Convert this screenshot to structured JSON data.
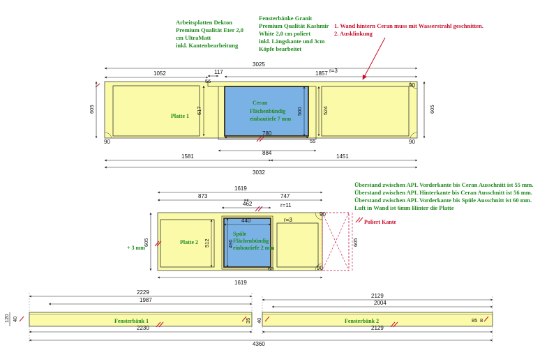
{
  "notes": {
    "dekton": [
      "Arbeitsplatten Dekton",
      "Premium Qualität Eter 2,0",
      "cm UltraMatt",
      "inkl. Kantenbearbeitung"
    ],
    "granit": [
      "Fensterbänke Granit",
      "Premium Qualität Kashmir",
      "White 2,0 cm poliert",
      "inkl. Längskante und 3cm",
      "Köpfe bearbeitet"
    ],
    "instructions": [
      "1. Wand hintern Ceran muss mit Wasserstrahl geschnitten.",
      "2. Ausklinkung"
    ],
    "overhangs": [
      "Überstand zwischen APL Vorderkante bis Ceran Ausschnitt ist 55 mm.",
      "Überstand zwischen APL Hinterkante bis Ceran Ausschnitt ist 56 mm.",
      "Überstand zwischen APL Vorderkante bis Spüle Ausschnitt ist 60 mm.",
      "Luft in Wand ist 6mm Hinter die Platte"
    ]
  },
  "plate1": {
    "name": "Platte 1",
    "cutout": [
      "Ceran",
      "Flächenbündig",
      "einbautiefe 7 mm"
    ],
    "dims": {
      "top_total": "3025",
      "left_seg": "1052",
      "step": "117",
      "right_offset": "1857",
      "radius": "r=3",
      "depth_left": "605",
      "depth_right": "605",
      "panel_left": "617",
      "cutout_height": "500",
      "panel_right": "524",
      "cutout_width": "780",
      "cutout_outer": "884",
      "bottom_left": "1581",
      "bottom_right": "1451",
      "bottom_total": "3032",
      "corner_a": "90",
      "corner_b": "90",
      "corner_c": "90",
      "corner_d": "55",
      "corner_e": "56"
    }
  },
  "plate2": {
    "name": "Platte 2",
    "cutout": [
      "Spüle",
      "Flächenbündig",
      "einbautiefe 2 mm"
    ],
    "plus": "+ 3 mm",
    "polished": "Poliert Kante",
    "dims": {
      "top_total": "1619",
      "left_seg": "873",
      "right_seg": "747",
      "sink_offset": "462",
      "radius_outer": "r=11",
      "sink_width": "440",
      "radius_inner": "r=3",
      "depth": "605",
      "panel": "512",
      "sink_height": "490",
      "bottom_total": "1619",
      "notch_depth": "605",
      "corner_a": "90",
      "corner_b": "90",
      "corner_c": "60"
    }
  },
  "sills": {
    "sill1": "Fensterbänk 1",
    "sill2": "Fensterbänk 2",
    "dims": {
      "s1_top": "2229",
      "s1_inner": "1987",
      "s1_bottom": "2230",
      "s2_top": "2129",
      "s2_inner": "2004",
      "s2_bottom": "2129",
      "total": "4360",
      "height": "120",
      "small_left": "40",
      "small_mid_a": "35",
      "small_mid_b": "40",
      "small_right_a": "85",
      "small_right_b": "8"
    }
  }
}
